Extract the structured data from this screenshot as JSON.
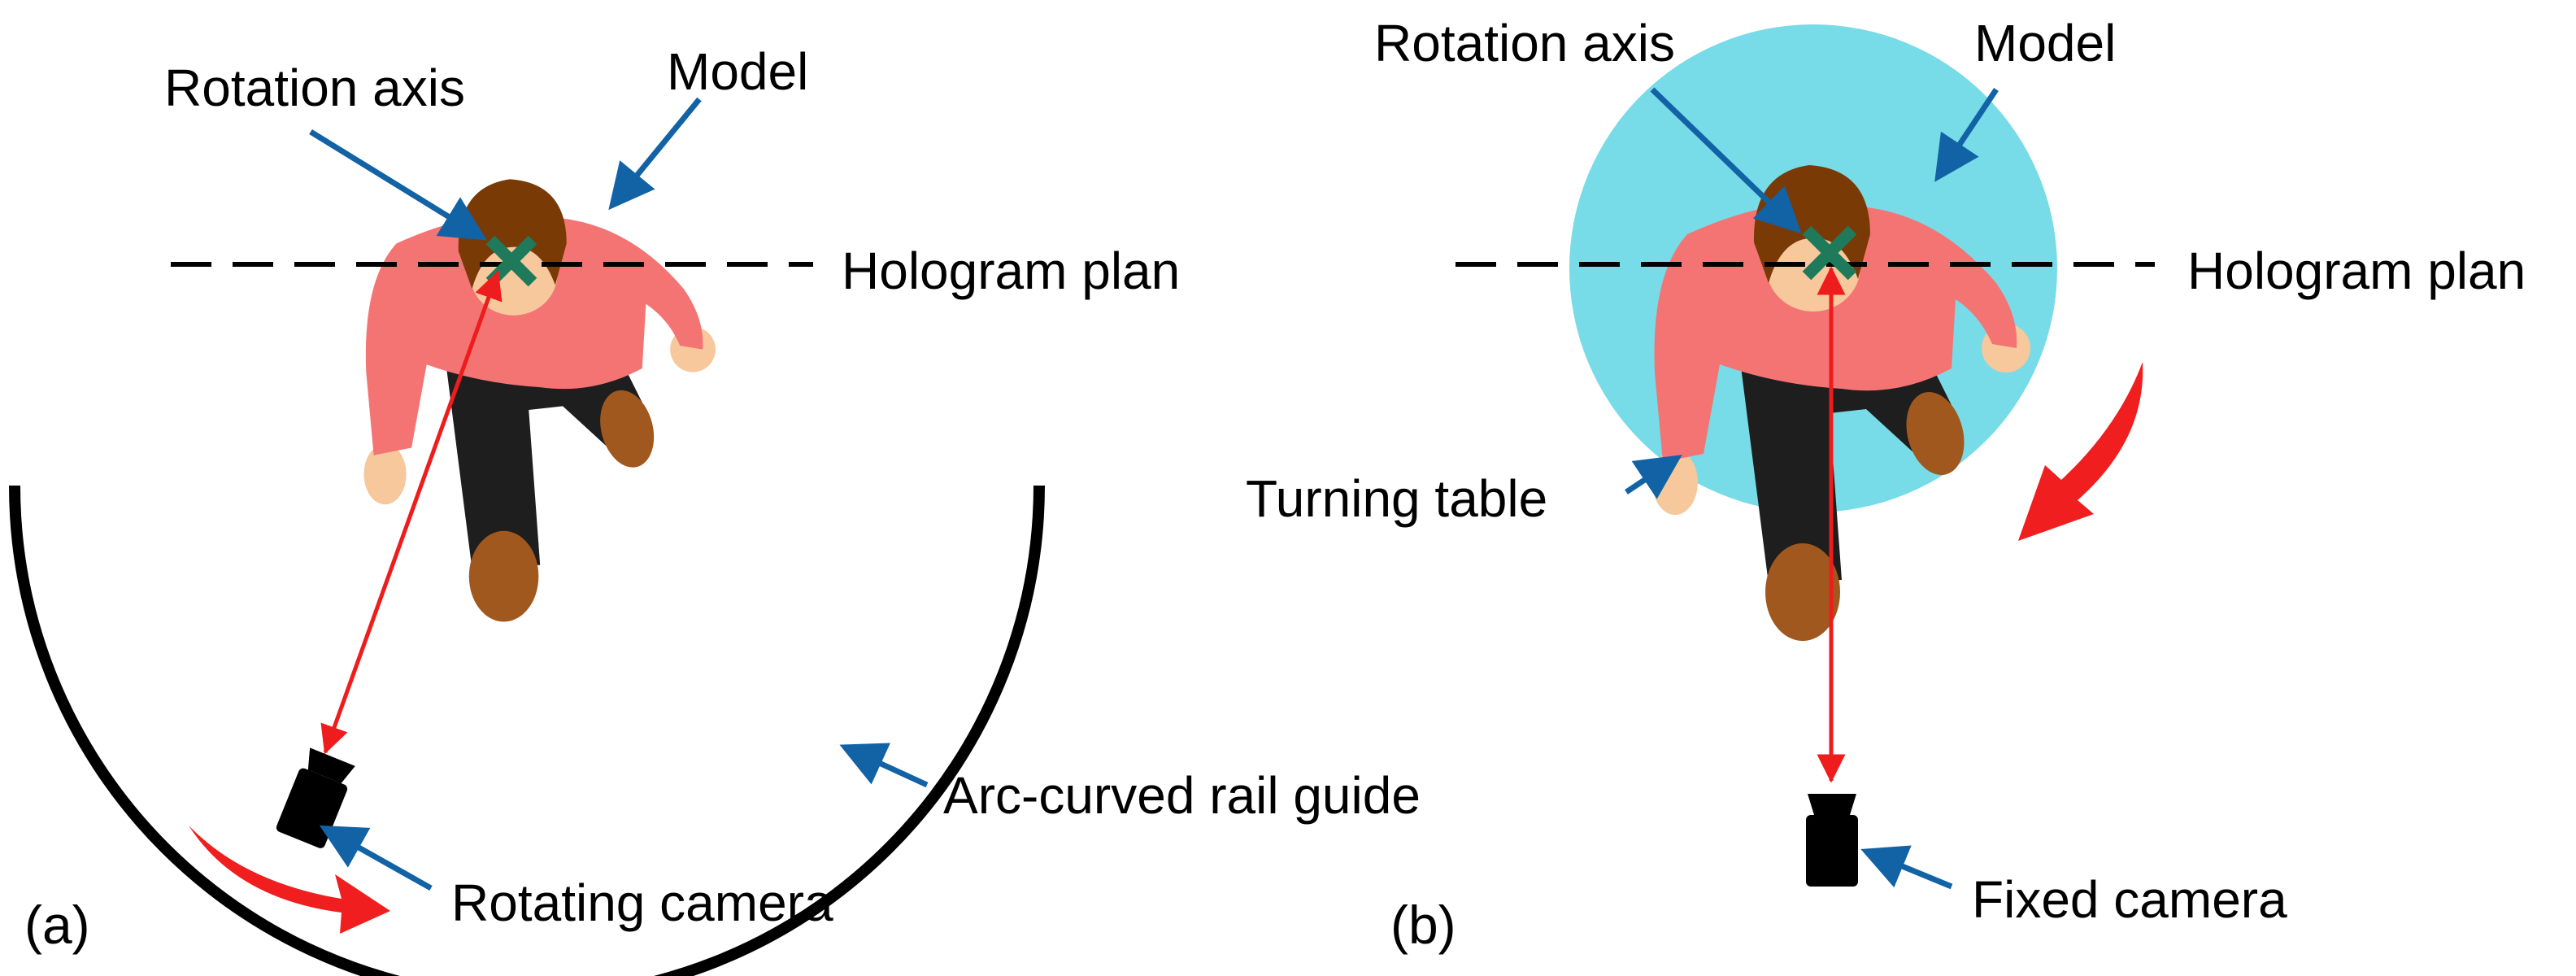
{
  "panel_a": {
    "tag": "(a)",
    "labels": {
      "rotation_axis": "Rotation axis",
      "model": "Model",
      "hologram_plan": "Hologram plan",
      "rail_guide": "Arc-curved rail guide",
      "camera": "Rotating camera"
    }
  },
  "panel_b": {
    "tag": "(b)",
    "labels": {
      "rotation_axis": "Rotation axis",
      "model": "Model",
      "hologram_plan": "Hologram plan",
      "turning_table": "Turning table",
      "camera": "Fixed camera"
    }
  },
  "colors": {
    "shirt": "#f47474",
    "skin": "#f6c89c",
    "hair": "#7a3a06",
    "pants": "#1e1e1e",
    "shoes": "#a0581e",
    "axis_mark": "#1e7a5a",
    "turntable": "#78dbe8",
    "pointer_arrow": "#1262a6",
    "sightline": "#ee1c1c",
    "rotation_arrow": "#f01e1e"
  }
}
